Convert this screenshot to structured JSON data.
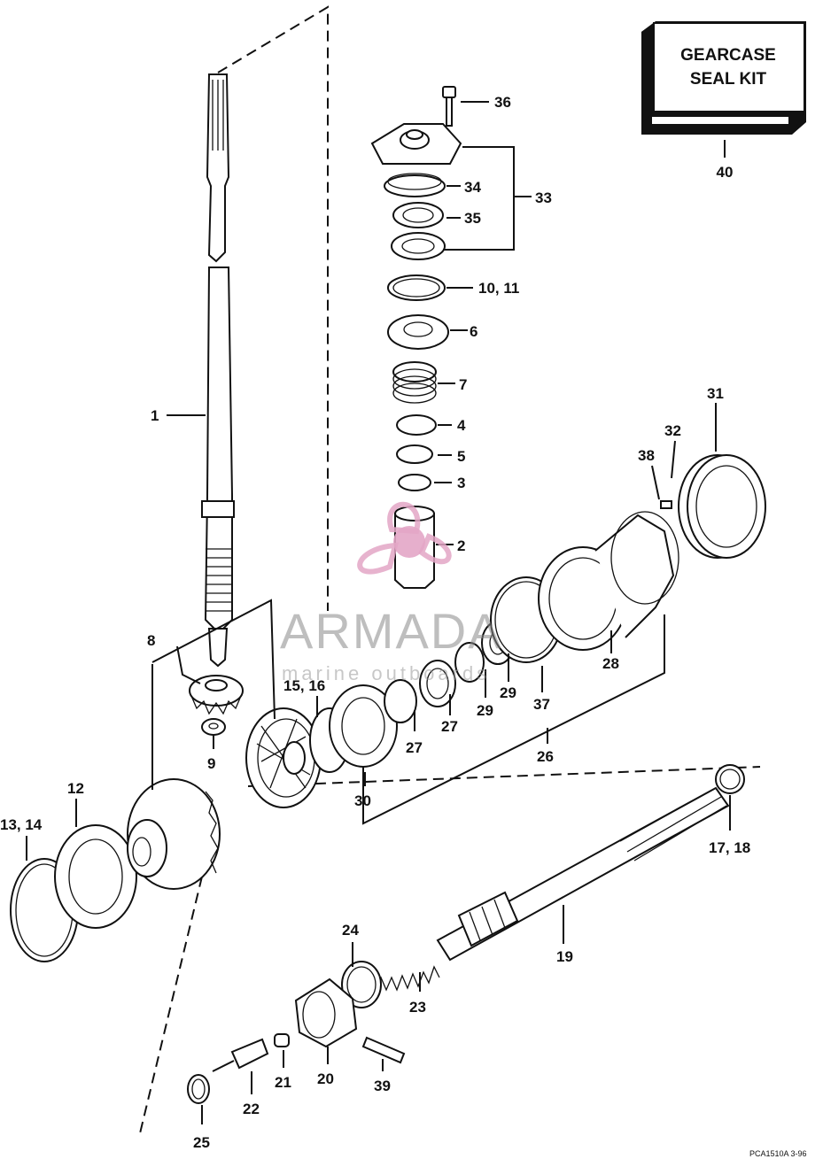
{
  "kit_box": {
    "line1": "GEARCASE",
    "line2": "SEAL KIT",
    "number": "40"
  },
  "labels": {
    "l1": "1",
    "l2": "2",
    "l3": "3",
    "l4": "4",
    "l5": "5",
    "l6": "6",
    "l7": "7",
    "l8": "8",
    "l9": "9",
    "l10_11": "10, 11",
    "l12": "12",
    "l13_14": "13, 14",
    "l15_16": "15, 16",
    "l17_18": "17, 18",
    "l19": "19",
    "l20": "20",
    "l21": "21",
    "l22": "22",
    "l23": "23",
    "l24": "24",
    "l25": "25",
    "l26": "26",
    "l27a": "27",
    "l27b": "27",
    "l28": "28",
    "l29a": "29",
    "l29b": "29",
    "l30": "30",
    "l31": "31",
    "l32": "32",
    "l33": "33",
    "l34": "34",
    "l35": "35",
    "l36": "36",
    "l37": "37",
    "l38": "38",
    "l39": "39"
  },
  "watermark": {
    "brand": "ARMADA",
    "tagline": "marine outboards",
    "logo_color": "#e3a6c6"
  },
  "reference_code": "PCA1510A  3-96"
}
